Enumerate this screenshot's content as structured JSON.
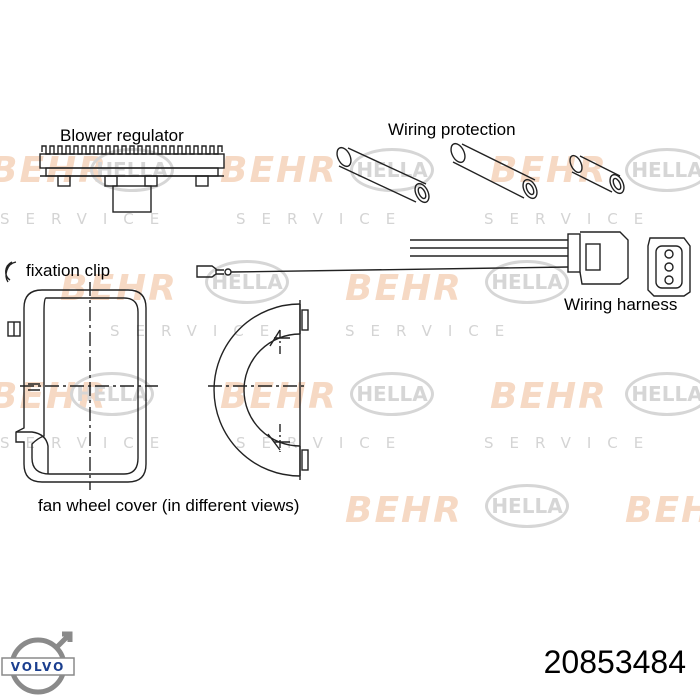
{
  "labels": {
    "blower_regulator": "Blower regulator",
    "wiring_protection": "Wiring protection",
    "fixation_clip": "fixation clip",
    "wiring_harness": "Wiring harness",
    "fan_wheel_cover": "fan wheel cover (in different views)"
  },
  "part_number": "20853484",
  "brand": {
    "logo_text": "VOLVO",
    "logo_color": "#1b3f8f"
  },
  "watermarks": {
    "behr": "BEHR",
    "hella": "HELLA",
    "service": "SERVICE",
    "behr_color": "#f6d9c4",
    "gray_color": "#d4d4d4"
  }
}
